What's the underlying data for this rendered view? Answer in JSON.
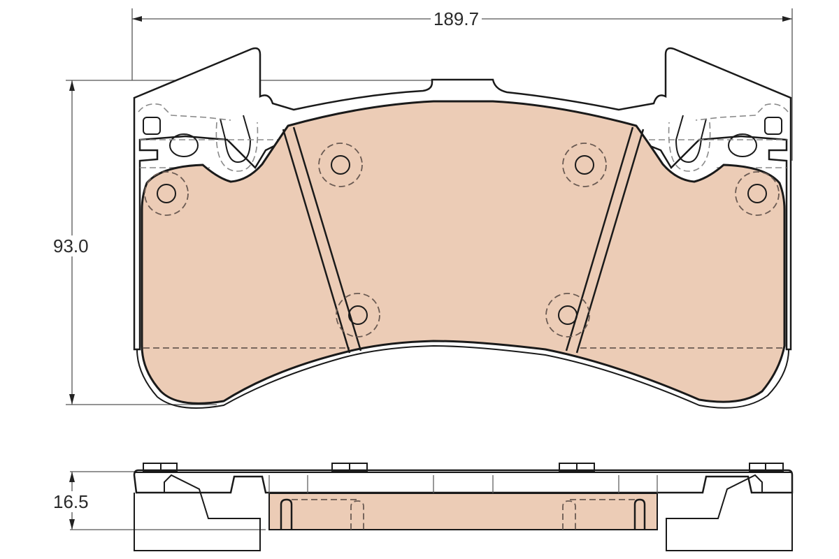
{
  "diagram": {
    "subject": "Brake pad set technical drawing",
    "views": [
      "front-view",
      "side-view"
    ],
    "colors": {
      "friction_material": "#ecccb6",
      "outline": "#1a1a1a",
      "dimension_line": "#555555",
      "hidden_line": "#6a5a52"
    },
    "dimensions": {
      "width": "189.7",
      "height": "93.0",
      "thickness": "16.5"
    }
  }
}
